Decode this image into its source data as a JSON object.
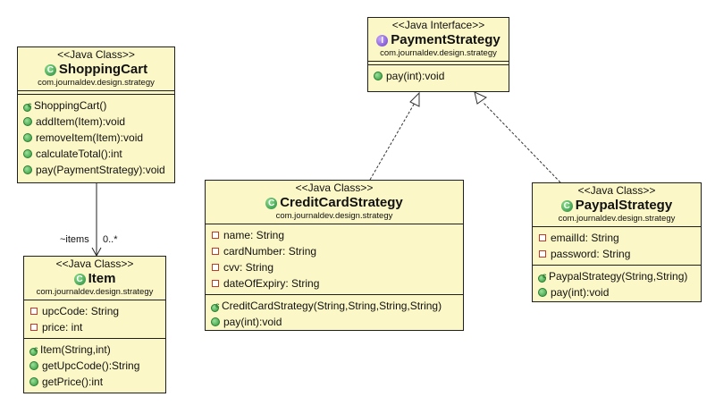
{
  "classes": {
    "shopping_cart": {
      "stereotype": "<<Java Class>>",
      "name": "ShoppingCart",
      "package": "com.journaldev.design.strategy",
      "constructors": [
        "ShoppingCart()"
      ],
      "methods": [
        "addItem(Item):void",
        "removeItem(Item):void",
        "calculateTotal():int",
        "pay(PaymentStrategy):void"
      ]
    },
    "item": {
      "stereotype": "<<Java Class>>",
      "name": "Item",
      "package": "com.journaldev.design.strategy",
      "fields": [
        "upcCode: String",
        "price: int"
      ],
      "constructors": [
        "Item(String,int)"
      ],
      "methods": [
        "getUpcCode():String",
        "getPrice():int"
      ]
    },
    "payment_strategy": {
      "stereotype": "<<Java Interface>>",
      "name": "PaymentStrategy",
      "package": "com.journaldev.design.strategy",
      "methods": [
        "pay(int):void"
      ]
    },
    "credit_card_strategy": {
      "stereotype": "<<Java Class>>",
      "name": "CreditCardStrategy",
      "package": "com.journaldev.design.strategy",
      "fields": [
        "name: String",
        "cardNumber: String",
        "cvv: String",
        "dateOfExpiry: String"
      ],
      "constructors": [
        "CreditCardStrategy(String,String,String,String)"
      ],
      "methods": [
        "pay(int):void"
      ]
    },
    "paypal_strategy": {
      "stereotype": "<<Java Class>>",
      "name": "PaypalStrategy",
      "package": "com.journaldev.design.strategy",
      "fields": [
        "emailId: String",
        "password: String"
      ],
      "constructors": [
        "PaypalStrategy(String,String)"
      ],
      "methods": [
        "pay(int):void"
      ]
    }
  },
  "association": {
    "role": "~items",
    "multiplicity": "0..*"
  },
  "icons": {
    "class_badge": "C",
    "interface_badge": "I",
    "constructor_mark": "c"
  }
}
